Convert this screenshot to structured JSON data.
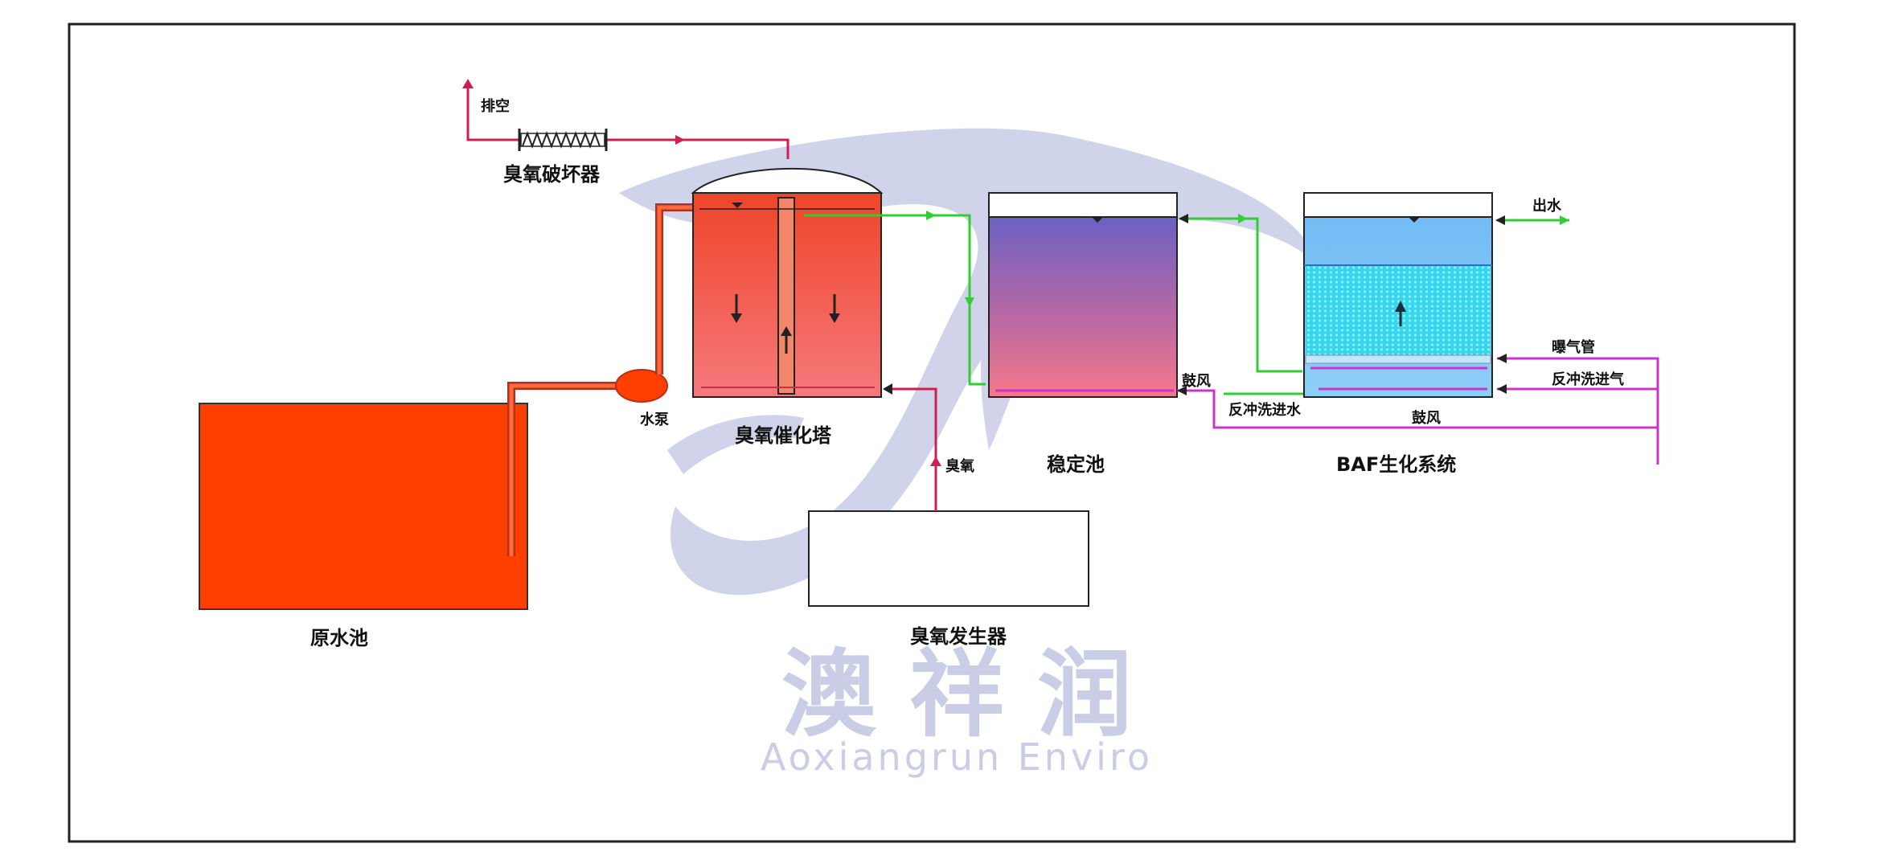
{
  "labels": {
    "vent": "排空",
    "ozone_destructor": "臭氧破坏器",
    "water_pump": "水泵",
    "ozone_catalytic_tower": "臭氧催化塔",
    "stabilization_tank": "稳定池",
    "baf_system": "BAF生化系统",
    "raw_water_tank": "原水池",
    "ozone_generator": "臭氧发生器",
    "ozone": "臭氧",
    "blower_1": "鼓风",
    "blower_2": "鼓风",
    "backwash_water": "反冲洗进水",
    "outlet_water": "出水",
    "aeration_pipe": "曝气管",
    "backwash_air": "反冲洗进气"
  },
  "watermark": {
    "chinese": "澳 祥 润",
    "english": "Aoxiangrun Enviro"
  },
  "colors": {
    "raw_tank": "#ff3f00",
    "tower_top": "#f0452a",
    "tower_bottom": "#f7787a",
    "stab_top": "#5c63cc",
    "stab_bottom": "#f47684",
    "baf_light": "#7fd4f7",
    "baf_media": "#2bd8ee",
    "pipe_water_green": "#33cc33",
    "pipe_gas_red": "#d21e4e",
    "pipe_air_magenta": "#cc33cc",
    "pipe_brown": "#b5301a",
    "watermark": "#c9cde6"
  }
}
